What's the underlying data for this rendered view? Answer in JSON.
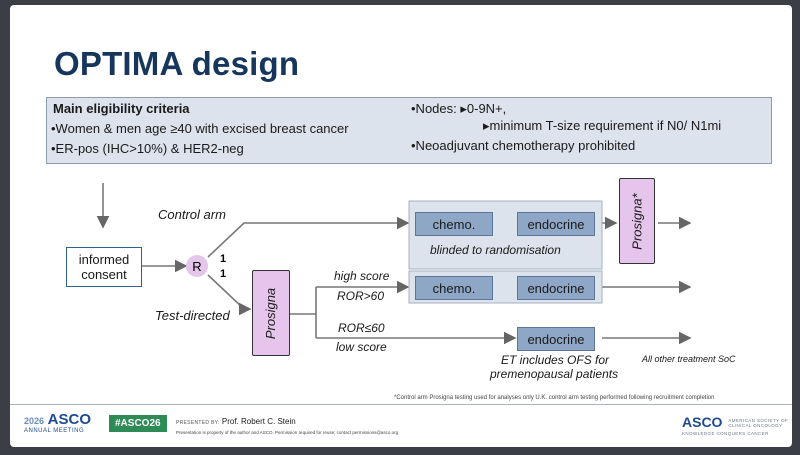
{
  "title": "OPTIMA design",
  "criteria": {
    "heading": "Main eligibility criteria",
    "left_items": [
      "•Women & men age ≥40 with excised breast cancer",
      "•ER-pos (IHC>10%) & HER2-neg"
    ],
    "nodes_line1": "•Nodes:  ▸0-9N+,",
    "nodes_line2": "▸minimum T-size requirement if N0/ N1mi",
    "neoadjuvant": "•Neoadjuvant chemotherapy prohibited"
  },
  "diagram": {
    "informed_consent": "informed consent",
    "randomise": "R",
    "ratio_top": "1",
    "ratio_bottom": "1",
    "control_arm": "Control arm",
    "test_directed": "Test-directed",
    "prosigna_test": "Prosigna",
    "prosigna_control": "Prosigna*",
    "high_score": "high score",
    "ror_high": "ROR>60",
    "ror_low": "ROR≤60",
    "low_score": "low score",
    "chemo": "chemo.",
    "endocrine": "endocrine",
    "blinded": "blinded to randomisation",
    "et_note_1": "ET includes OFS for",
    "et_note_2": "premenopausal patients",
    "soc_note": "All other treatment SoC",
    "footnote": "*Control arm Prosigna testing used for analyses only   U.K. control arm testing performed following recruitment completion"
  },
  "footer": {
    "meeting_year": "2026",
    "meeting_name": "ASCO",
    "meeting_sub": "ANNUAL MEETING",
    "hashtag": "#ASCO26",
    "presented_by": "PRESENTED BY:",
    "presenter": "Prof. Robert C. Stein",
    "disclaimer": "Presentation is property of the author and ASCO. Permission required for reuse; contact permissions@asco.org",
    "asco_logo": "ASCO",
    "asco_tagline_1": "AMERICAN SOCIETY OF",
    "asco_tagline_2": "CLINICAL ONCOLOGY",
    "asco_tagline_3": "KNOWLEDGE CONQUERS CANCER"
  },
  "colors": {
    "title": "#16365c",
    "criteria_bg": "#dde3ec",
    "treatment_box": "#8ea7c6",
    "prosigna_box": "#e5c5ec",
    "hashtag_bg": "#2e8b57"
  }
}
